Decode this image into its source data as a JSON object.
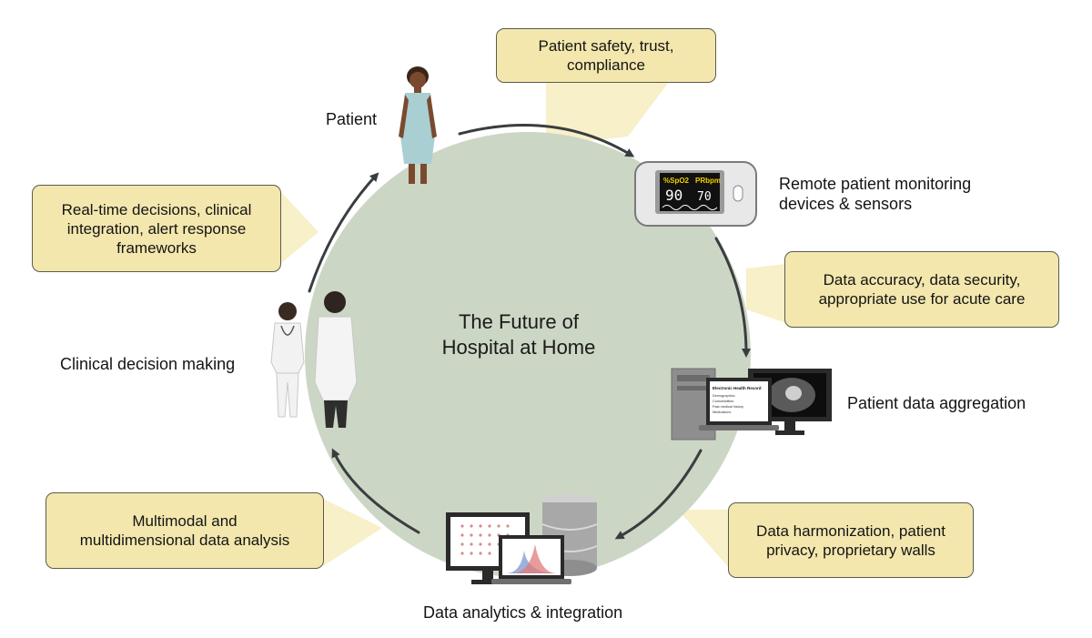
{
  "center": {
    "line1": "The Future of",
    "line2": "Hospital at Home"
  },
  "stages": [
    {
      "id": "patient",
      "label": "Patient"
    },
    {
      "id": "monitoring",
      "line1": "Remote patient monitoring",
      "line2": "devices & sensors"
    },
    {
      "id": "aggregation",
      "label": "Patient data aggregation"
    },
    {
      "id": "analytics",
      "label": "Data analytics & integration"
    },
    {
      "id": "clinical",
      "label": "Clinical decision making"
    }
  ],
  "challenges": [
    {
      "id": "safety",
      "line1": "Patient safety, trust,",
      "line2": "compliance"
    },
    {
      "id": "accuracy",
      "line1": "Data accuracy, data security,",
      "line2": "appropriate use for acute care"
    },
    {
      "id": "harmonization",
      "line1": "Data harmonization, patient",
      "line2": "privacy, proprietary walls"
    },
    {
      "id": "multimodal",
      "line1": "Multimodal and",
      "line2": "multidimensional data analysis"
    },
    {
      "id": "realtime",
      "line1": "Real-time decisions, clinical",
      "line2": "integration, alert response",
      "line3": "frameworks"
    }
  ],
  "device": {
    "label_spo2": "%SpO2",
    "label_pr": "PRbpm",
    "spo2": "90",
    "pr": "70"
  },
  "ehr": {
    "title": "Electronic Health Record",
    "rows": [
      "Demographics",
      "Comorbidities",
      "Past medical history",
      "Medications"
    ]
  },
  "colors": {
    "circle": "#ccd6c4",
    "box": "#f3e7ae",
    "beam": "#f7f0c8",
    "arrow": "#3a3d40"
  }
}
